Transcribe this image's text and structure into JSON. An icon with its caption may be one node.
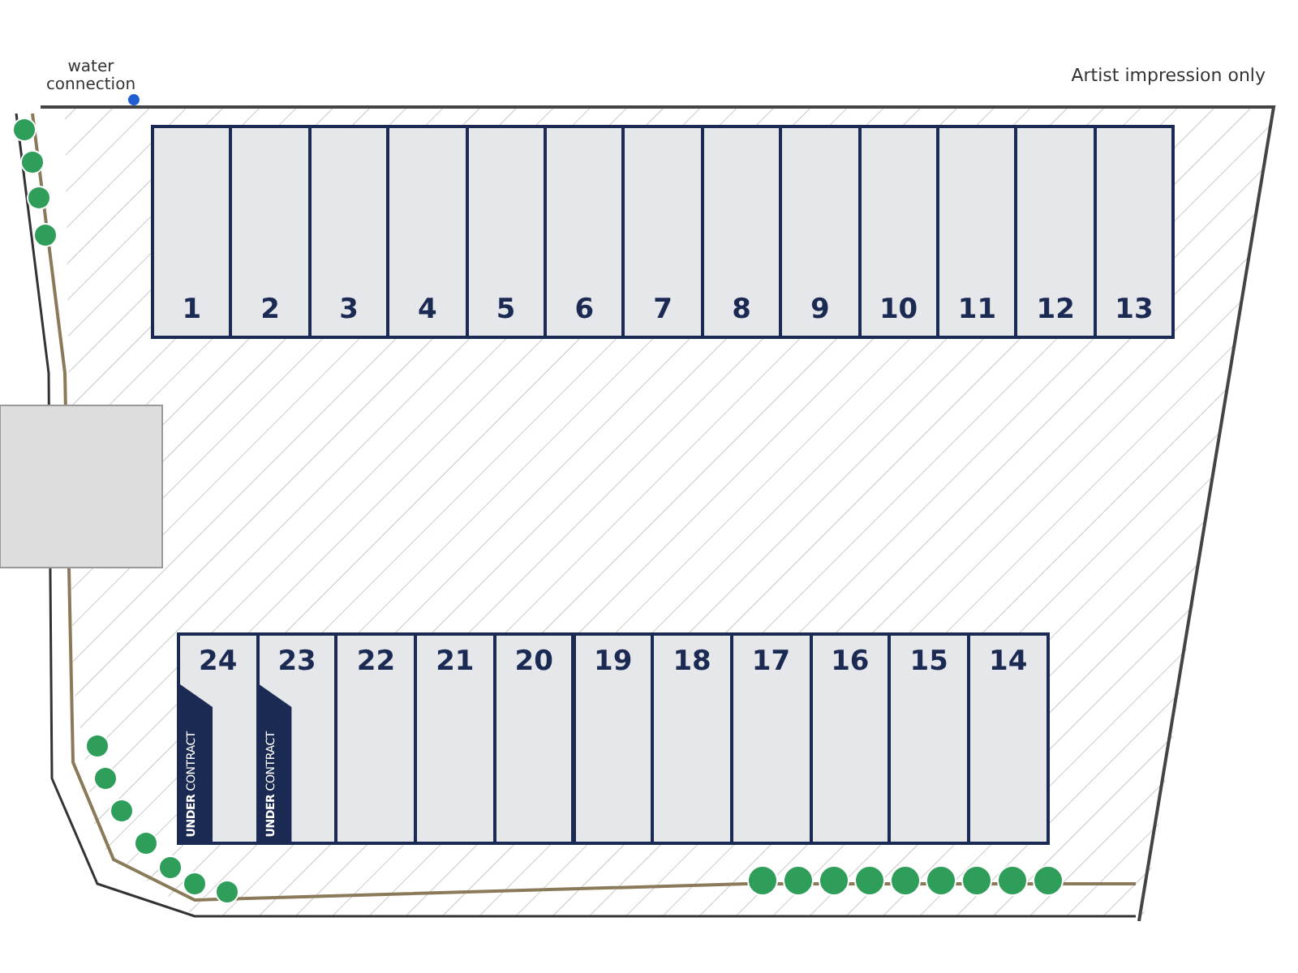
{
  "diagram": {
    "nodes": [
      {
        "text": [
          "water connection"
        ]
      },
      {
        "text": [],
        "shape": "circle"
      },
      {
        "text": [
          "1"
        ]
      },
      {
        "text": [
          "2"
        ]
      },
      {
        "text": [
          "3"
        ]
      },
      {
        "text": [
          "4"
        ]
      },
      {
        "text": [
          "5"
        ]
      },
      {
        "text": [
          "6"
        ]
      },
      {
        "text": [
          "7"
        ]
      },
      {
        "text": [
          "8"
        ]
      },
      {
        "text": [
          "9"
        ]
      },
      {
        "text": [
          "10"
        ]
      },
      {
        "text": [
          "11"
        ]
      },
      {
        "text": [
          "12"
        ]
      },
      {
        "text": [
          "13"
        ]
      },
      {
        "text": [
          "24",
          "**UNDER** CONTRACT"
        ]
      },
      {
        "text": [
          "23",
          "**UNDER** CONTRACT"
        ]
      },
      {
        "text": [
          "22"
        ]
      },
      {
        "text": [
          "21"
        ]
      },
      {
        "text": [
          "20"
        ]
      },
      {
        "text": [
          "19"
        ]
      },
      {
        "text": [
          "18"
        ]
      },
      {
        "text": [
          "17"
        ]
      },
      {
        "text": [
          "16"
        ]
      },
      {
        "text": [
          "15"
        ]
      },
      {
        "text": [
          "14"
        ]
      }
    ],
    "edges": [
      {
        "from": 0,
        "to": 1,
        "arrow": "none"
      }
    ],
    "labels": [
      "Artist impression only"
    ]
  }
}
